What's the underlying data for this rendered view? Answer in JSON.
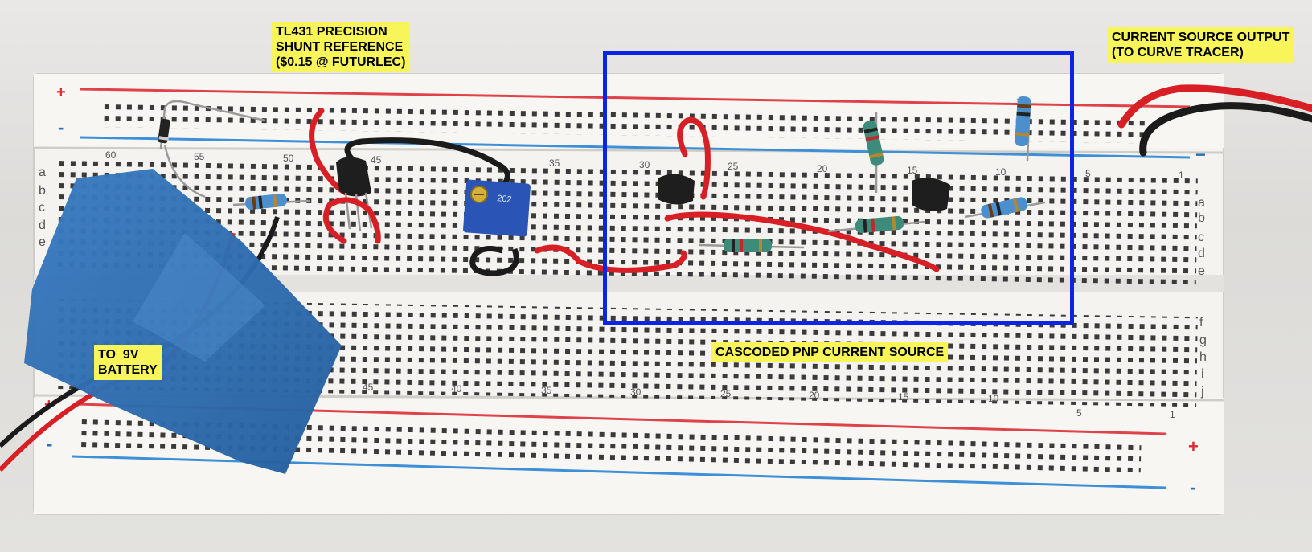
{
  "callouts": {
    "tl431": "TL431 PRECISION\nSHUNT REFERENCE\n($0.15 @ FUTURLEC)",
    "output": "CURRENT SOURCE OUTPUT\n(TO CURVE TRACER)",
    "battery": "TO  9V\nBATTERY",
    "cascode": "CASCODED PNP CURRENT SOURCE"
  },
  "rail_marks": {
    "plus": "+",
    "minus": "-",
    "minus_right": "−"
  },
  "column_numbers_top": [
    "60",
    "55",
    "50",
    "45",
    "35",
    "30",
    "25",
    "20",
    "15",
    "10",
    "5",
    "1"
  ],
  "column_numbers_bottom": [
    "45",
    "40",
    "35",
    "30",
    "25",
    "20",
    "15",
    "10",
    "5",
    "1"
  ],
  "row_letters_left": [
    "a",
    "b",
    "c",
    "d",
    "e"
  ],
  "row_letters_right": [
    "a",
    "b",
    "c",
    "d",
    "e"
  ],
  "row_letters_right_lower": [
    "f",
    "g",
    "h",
    "i",
    "j"
  ],
  "trimmer_marking": "202",
  "colors": {
    "callout_bg": "#f7f55a",
    "highlight_box": "#0d24e6",
    "board": "#f4f3f0",
    "rail_red": "#e0424a",
    "rail_blue": "#3d8fd8",
    "wire_red": "#d81f26",
    "wire_black": "#1b1b1b",
    "tape_blue": "#2d6fb5"
  }
}
